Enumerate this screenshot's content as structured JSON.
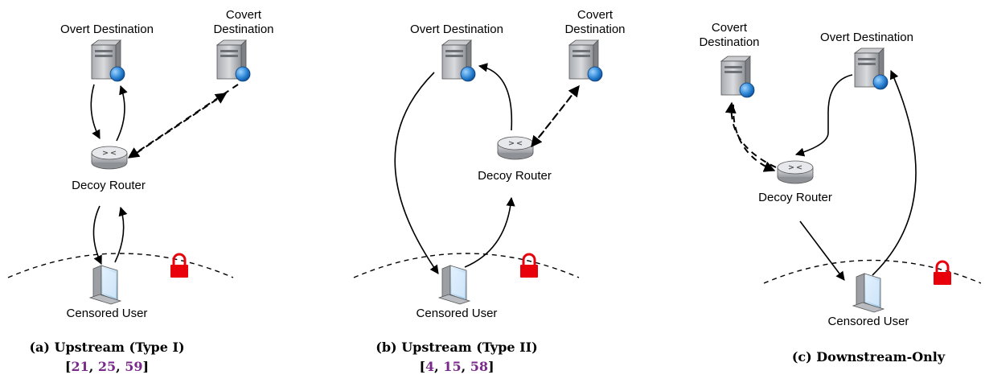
{
  "panels": [
    {
      "caption": "(a) Upstream (Type I)",
      "refs": [
        "21",
        "25",
        "59"
      ],
      "overt_label": "Overt Destination",
      "covert_label_line1": "Covert",
      "covert_label_line2": "Destination",
      "router_label": "Decoy Router",
      "user_label": "Censored User"
    },
    {
      "caption": "(b) Upstream (Type II)",
      "refs": [
        "4",
        "15",
        "58"
      ],
      "overt_label": "Overt Destination",
      "covert_label_line1": "Covert",
      "covert_label_line2": "Destination",
      "router_label": "Decoy Router",
      "user_label": "Censored User"
    },
    {
      "caption": "(c) Downstream-Only",
      "refs": [],
      "overt_label": "Overt Destination",
      "covert_label_line1": "Covert",
      "covert_label_line2": "Destination",
      "router_label": "Decoy Router",
      "user_label": "Censored User"
    }
  ],
  "colors": {
    "lock": "#e8000b",
    "ref_link": "#7a2a8a"
  },
  "icons": [
    "server-icon",
    "router-icon",
    "computer-icon",
    "padlock-icon"
  ]
}
